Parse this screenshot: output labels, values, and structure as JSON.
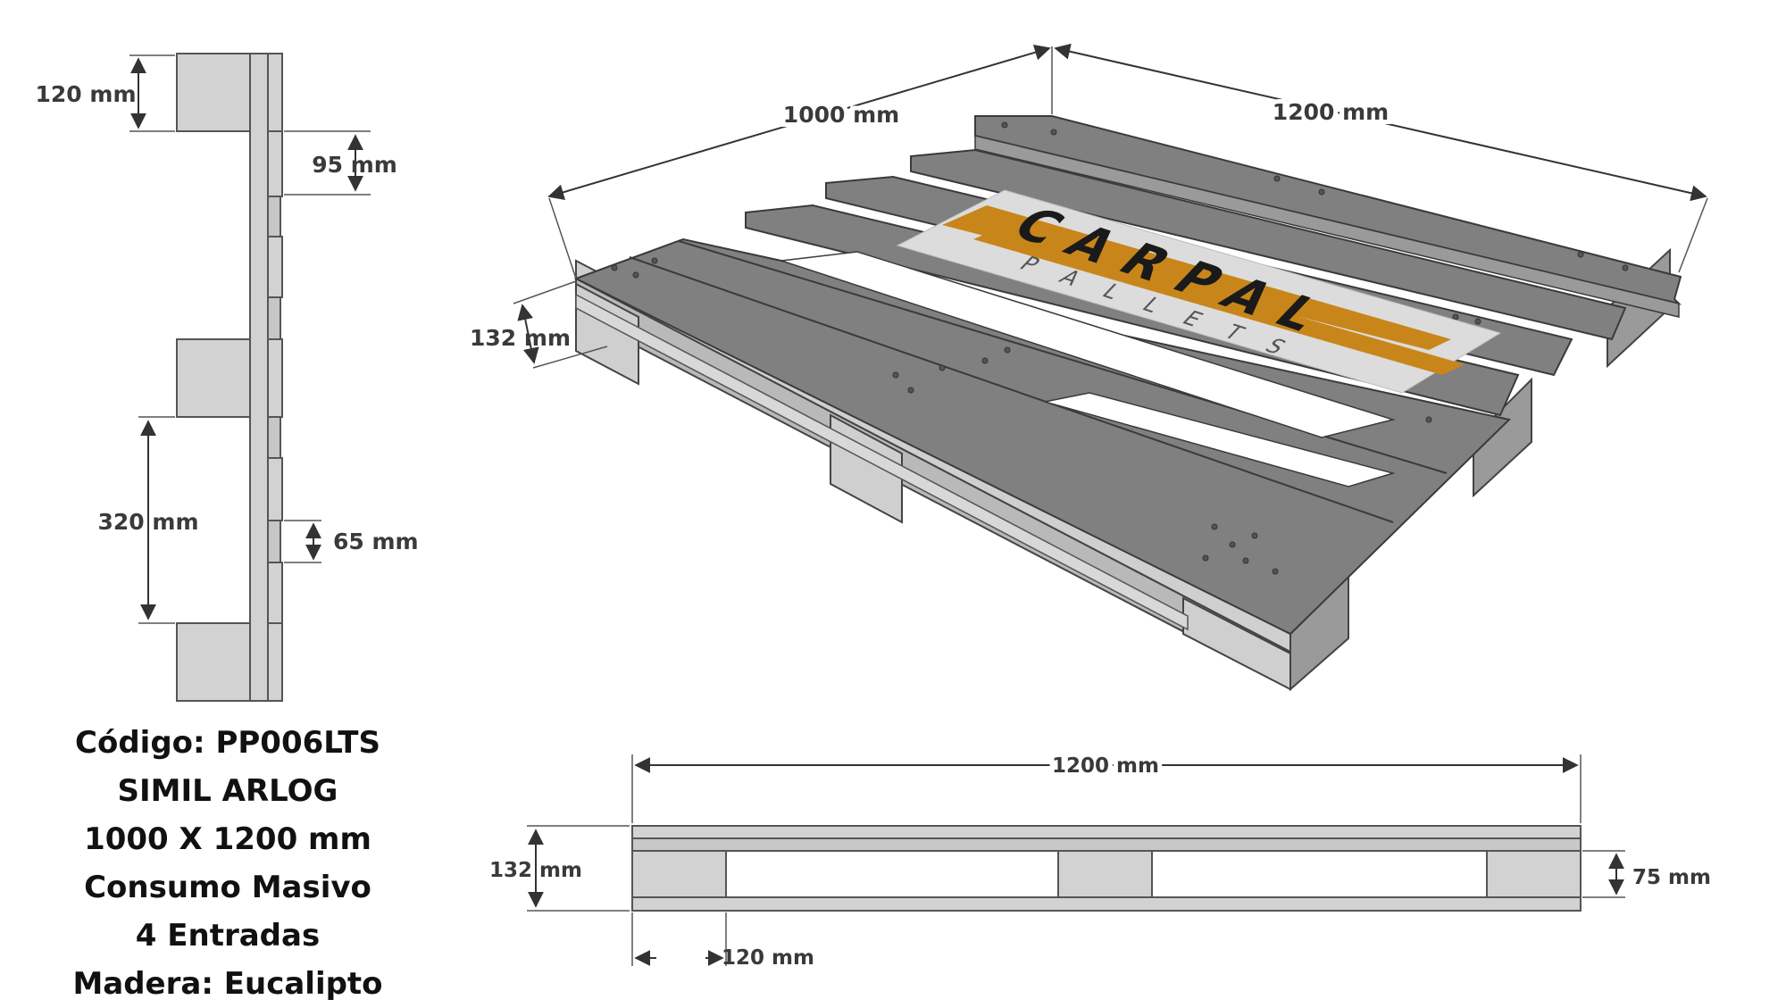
{
  "side_view": {
    "dims": {
      "block_height": "120 mm",
      "gap_95": "95 mm",
      "span_320": "320 mm",
      "gap_65": "65 mm"
    }
  },
  "iso_view": {
    "dims": {
      "width": "1000 mm",
      "length": "1200 mm",
      "height": "132 mm"
    },
    "logo": {
      "brand": "CARPAL",
      "sub": "PALLETS"
    }
  },
  "front_view": {
    "dims": {
      "length": "1200 mm",
      "height": "132 mm",
      "opening": "75 mm",
      "block_width": "120 mm"
    }
  },
  "specs": [
    "Código: PP006LTS",
    "SIMIL ARLOG",
    "1000 X 1200 mm",
    "Consumo Masivo",
    "4 Entradas",
    "Madera: Eucalipto"
  ],
  "colors": {
    "wood_top": "#7e7e7e",
    "wood_side": "#cfcfcf",
    "wood_dark": "#5f5f5f",
    "logo_orange": "#c8861a",
    "logo_panel": "#dcdcdc"
  }
}
